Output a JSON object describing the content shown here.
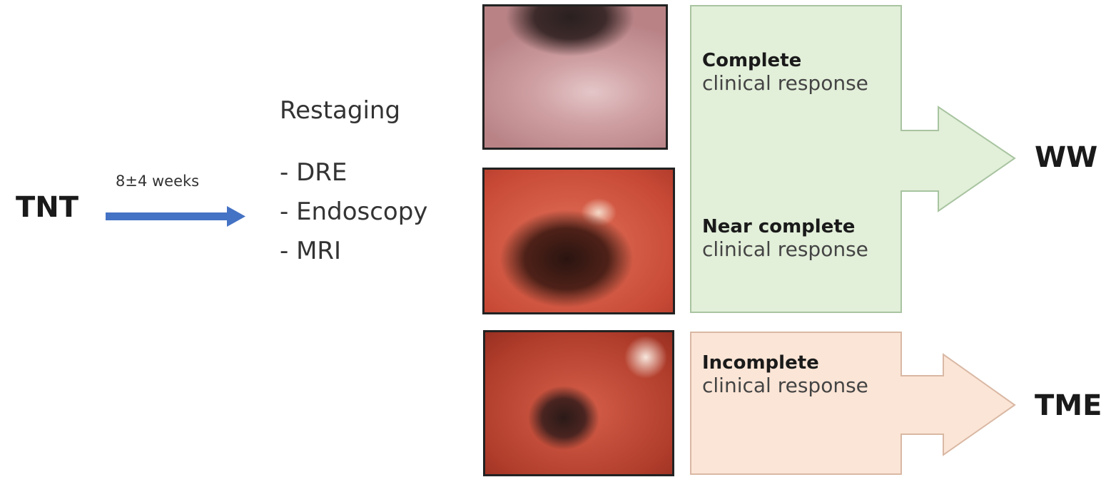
{
  "start": {
    "label": "TNT"
  },
  "interval": {
    "label": "8±4 weeks"
  },
  "restaging": {
    "title": "Restaging",
    "items": [
      "- DRE",
      "- Endoscopy",
      "- MRI"
    ]
  },
  "responses": [
    {
      "strong": "Complete",
      "text": "clinical response"
    },
    {
      "strong": "Near complete",
      "text": "clinical response"
    },
    {
      "strong": "Incomplete",
      "text": "clinical response"
    }
  ],
  "outcomes": {
    "favorable": "WW",
    "unfavorable": "TME"
  },
  "colors": {
    "arrow_blue": "#4472c4",
    "green_fill": "#e2efd9",
    "green_stroke": "#a8c4a0",
    "peach_fill": "#fbe5d6",
    "peach_stroke": "#d9b8a4"
  },
  "icons": {
    "photos": [
      "endoscopy-image",
      "endoscopy-image",
      "endoscopy-image"
    ]
  }
}
